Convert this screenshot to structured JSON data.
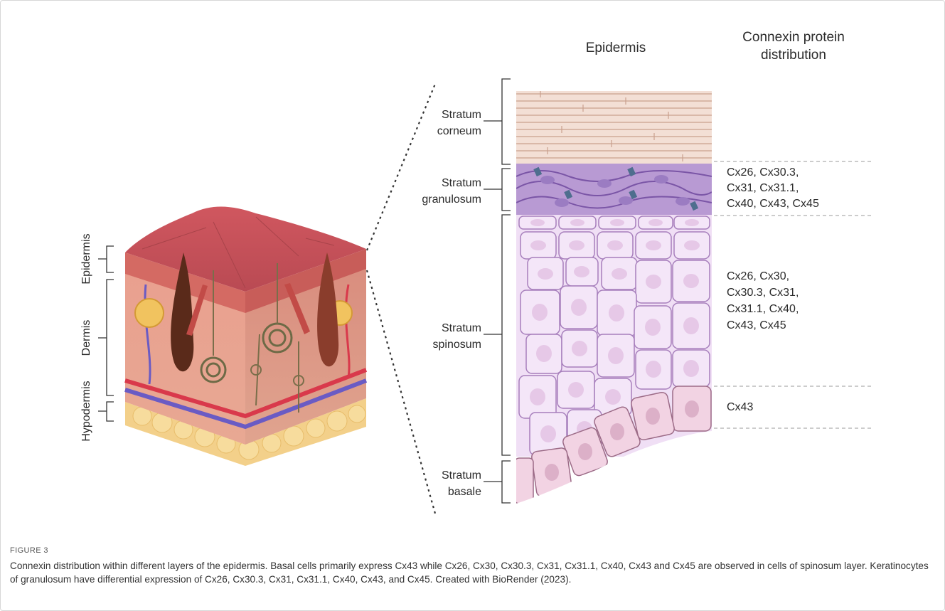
{
  "figure": {
    "label": "FIGURE 3",
    "caption": "Connexin distribution within different layers of the epidermis. Basal cells primarily express Cx43 while Cx26, Cx30, Cx30.3, Cx31, Cx31.1, Cx40, Cx43 and Cx45 are observed in cells of spinosum layer. Keratinocytes of granulosum have differential expression of Cx26, Cx30.3, Cx31, Cx31.1, Cx40, Cx43, and Cx45. Created with BioRender (2023)."
  },
  "headers": {
    "epidermis": "Epidermis",
    "connexin_line1": "Connexin protein",
    "connexin_line2": "distribution"
  },
  "skin_block_labels": {
    "epidermis": "Epidermis",
    "dermis": "Dermis",
    "hypodermis": "Hypodermis"
  },
  "strata": {
    "corneum": [
      "Stratum",
      "corneum"
    ],
    "granulosum": [
      "Stratum",
      "granulosum"
    ],
    "spinosum": [
      "Stratum",
      "spinosum"
    ],
    "basale": [
      "Stratum",
      "basale"
    ]
  },
  "connexins": {
    "granulosum": [
      "Cx26, Cx30.3,",
      "Cx31, Cx31.1,",
      "Cx40, Cx43,  Cx45"
    ],
    "spinosum": [
      "Cx26, Cx30,",
      "Cx30.3, Cx31,",
      "Cx31.1, Cx40,",
      "Cx43,  Cx45"
    ],
    "basale": [
      "Cx43"
    ]
  },
  "colors": {
    "corneum": "#f3dfd5",
    "granulosum": "#b89ad3",
    "spinosum": "#f0dff5",
    "basale": "#f2d3e3",
    "skin_top": "#c8555c"
  }
}
